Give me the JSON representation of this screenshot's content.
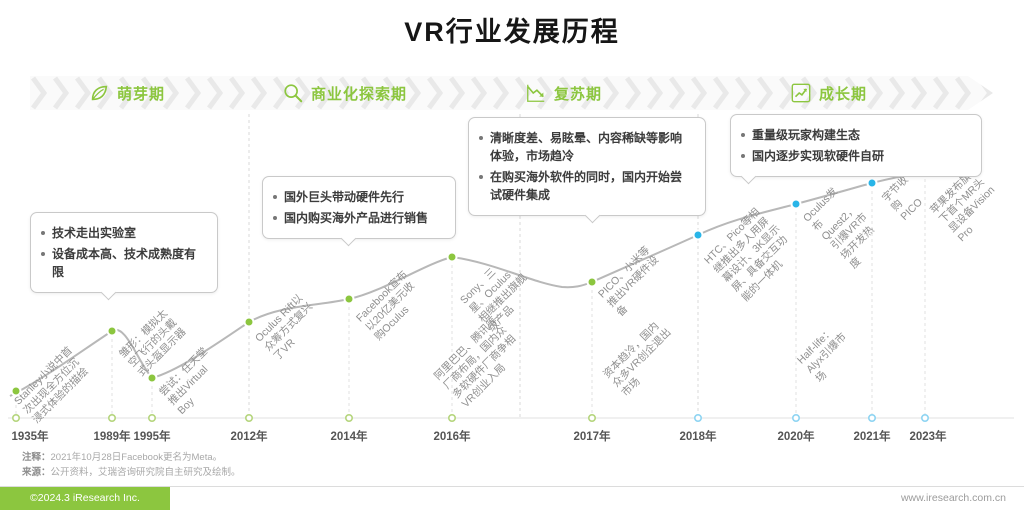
{
  "title": "VR行业发展历程",
  "phases": [
    {
      "label": "萌芽期",
      "icon": "leaf-icon"
    },
    {
      "label": "商业化探索期",
      "icon": "magnifier-icon"
    },
    {
      "label": "复苏期",
      "icon": "recovery-chart-icon"
    },
    {
      "label": "成长期",
      "icon": "growth-chart-icon"
    }
  ],
  "callouts": [
    {
      "bullets": [
        "技术走出实验室",
        "设备成本高、技术成熟度有限"
      ]
    },
    {
      "bullets": [
        "国外巨头带动硬件先行",
        "国内购买海外产品进行销售"
      ]
    },
    {
      "bullets": [
        "清晰度差、易眩晕、内容稀缺等影响体验，市场趋冷",
        "在购买海外软件的同时，国内开始尝试硬件集成"
      ]
    },
    {
      "bullets": [
        "重量级玩家构建生态",
        "国内逐步实现软硬件自研"
      ]
    }
  ],
  "milestones": [
    "Stanley小说中首次出现全方位沉浸式体验的描绘",
    "雏形：模拟太空飞行的头戴式头盔显示器",
    "尝试：任天堂推出Virtual Boy",
    "Oculus Rift以众筹方式复兴了VR",
    "Facebook宣布以20亿美元收购Oculus",
    "Sony、三星、Oculus相继推出旗舰级产品",
    "阿里巴巴、腾讯等厂商布局，国内众多软硬件厂商争相VR创业入局",
    "PICO、小米等推出VR硬件设备",
    "资本趋冷，国内众多VR创企退出市场",
    "HTC、Pico等相继推出多人用屏幕设计、3K显示屏、具备交互功能的一体机",
    "Oculus发布Quest2，引爆VR市场开发热度",
    "Half-life：Alyx引爆市场",
    "字节收购PICO",
    "苹果发布旗下首个MR头显设备Vision Pro"
  ],
  "timeline": {
    "years": [
      "1935年",
      "1989年",
      "1995年",
      "2012年",
      "2014年",
      "2016年",
      "2017年",
      "2018年",
      "2020年",
      "2021年",
      "2023年"
    ]
  },
  "footer": {
    "note_label": "注释：",
    "note_text": "2021年10月28日Facebook更名为Meta。",
    "source_label": "来源：",
    "source_text": "公开资料，艾瑞咨询研究院自主研究及绘制。",
    "copyright": "©2024.3 iResearch Inc.",
    "website": "www.iresearch.com.cn"
  },
  "colors": {
    "green": "#8cc63f",
    "cyan": "#29b5e8",
    "curve_gray": "#b8b8b8"
  }
}
